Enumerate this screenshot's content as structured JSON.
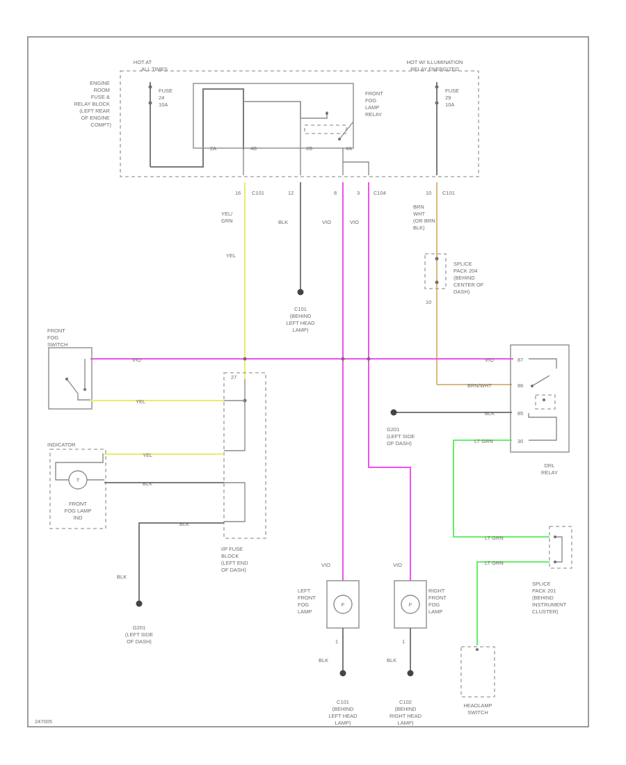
{
  "colors": {
    "frame": "#7a7a7a",
    "wire_default": "#7a7a7a",
    "wire_yel": "#ecec6a",
    "wire_vio": "#f050f0",
    "wire_ltgrn": "#66ee66",
    "wire_brn_wht": "#d9b878"
  },
  "labels": {
    "hot_at_all_times": [
      "HOT AT",
      "ALL TIMES"
    ],
    "hot_illumination": [
      "HOT W/ ILLUMINATION",
      "RELAY ENERGIZED"
    ],
    "engine_room_fuse": [
      "ENGINE",
      "ROOM",
      "FUSE &",
      "RELAY BLOCK",
      "(LEFT REAR",
      "OF ENGINE",
      "COMPT)"
    ],
    "fuse_left": [
      "FUSE",
      "24",
      "10A"
    ],
    "fuse_right": [
      "FUSE",
      "29",
      "10A"
    ],
    "front_fog_relay": [
      "FRONT",
      "FOG",
      "LAMP",
      "RELAY"
    ],
    "relay_pins": [
      "2A",
      "4B",
      "2B",
      "4A"
    ],
    "conn_pin_16": "16",
    "conn_c101_a": "C101",
    "conn_pin_12": "12",
    "conn_pin_8": "8",
    "conn_pin_3": "3",
    "conn_c104": "C104",
    "conn_pin_10": "10",
    "conn_c101_b": "C101",
    "wire_yel_grn": [
      "YEL/",
      "GRN"
    ],
    "wire_blk_1": "BLK",
    "wire_vio_1": "VIO",
    "wire_vio_2": "VIO",
    "wire_yel_1": "YEL",
    "wire_brn_wht": [
      "BRN",
      "WHT",
      "(OR BRN",
      "BLK)"
    ],
    "splice_p104": [
      "SPLICE",
      "PACK 204",
      "(BEHIND",
      "CENTER OF",
      "DASH)"
    ],
    "splice_pin": "10",
    "ground_c101": [
      "C101",
      "(BEHIND",
      "LEFT HEAD",
      "LAMP)"
    ],
    "front_fog_switch": [
      "FRONT",
      "FOG",
      "SWITCH"
    ],
    "wire_vio_h": "VIO",
    "wire_vio_h2": "VIO",
    "wire_yel_h": "YEL",
    "wire_yel_h2": "YEL",
    "wire_blk_h": "BLK",
    "wire_blk_h2": "BLK",
    "wire_brn_wht_h": "BRN/WHT",
    "wire_blk_g": "BLK",
    "wire_ltgrn_1": "LT GRN",
    "wire_ltgrn_2": "LT GRN",
    "wire_ltgrn_3": "LT GRN",
    "fuse_block_pin": "27",
    "ip_fuse_block": [
      "I/P FUSE",
      "BLOCK",
      "(LEFT END",
      "OF DASH)"
    ],
    "g201_a": [
      "G201",
      "(LEFT SIDE",
      "OF DASH)"
    ],
    "g201_b": [
      "G201",
      "(LEFT SIDE",
      "OF DASH)"
    ],
    "drl_relay": [
      "DRL",
      "RELAY"
    ],
    "drl_pins": [
      "87",
      "86",
      "85",
      "30"
    ],
    "indicator_label": "INDICATOR",
    "front_foglamp_ind": [
      "FRONT",
      "FOG LAMP",
      "IND"
    ],
    "left_front_fog": [
      "LEFT",
      "FRONT",
      "FOG",
      "LAMP"
    ],
    "right_front_fog": [
      "RIGHT",
      "FRONT",
      "FOG",
      "LAMP"
    ],
    "vio_top_l": "VIO",
    "vio_top_r": "VIO",
    "pin_1_l": "1",
    "pin_1_r": "1",
    "blk_l": "BLK",
    "blk_r": "BLK",
    "ground_c101_l": [
      "C101",
      "(BEHIND",
      "LEFT HEAD",
      "LAMP)"
    ],
    "ground_c102_r": [
      "C102",
      "(BEHIND",
      "RIGHT HEAD",
      "LAMP)"
    ],
    "splice_p201": [
      "SPLICE",
      "PACK 201",
      "(BEHIND",
      "INSTRUMENT",
      "CLUSTER)"
    ],
    "headlamp_switch": [
      "HEADLAMP",
      "SWITCH"
    ],
    "diagram_id": "247005"
  }
}
